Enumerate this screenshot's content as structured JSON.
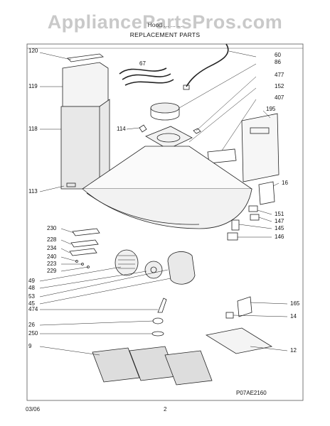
{
  "header": {
    "watermark": "AppliancePartsPros.com",
    "subtitle": "Hood ... ... ...",
    "title": "REPLACEMENT PARTS"
  },
  "callouts_left": [
    "120",
    "67",
    "119",
    "118",
    "114",
    "113",
    "230",
    "228",
    "234",
    "240",
    "223",
    "229",
    "49",
    "48",
    "53",
    "45",
    "474",
    "26",
    "250",
    "9"
  ],
  "callouts_right": [
    "60",
    "86",
    "477",
    "152",
    "407",
    "195",
    "16",
    "151",
    "147",
    "145",
    "146",
    "165",
    "14",
    "12"
  ],
  "diagram_code": "P07AE2160",
  "footer": {
    "date": "03/06",
    "page": "2"
  },
  "colors": {
    "line": "#222222",
    "watermark": "#c9c9c9",
    "frame": "#555555"
  }
}
